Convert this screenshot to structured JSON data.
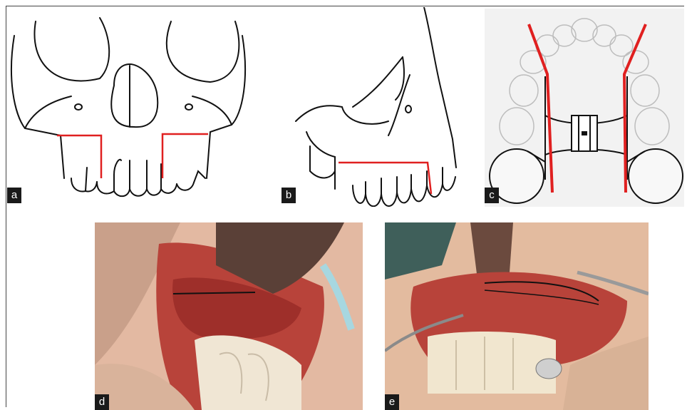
{
  "figure": {
    "panels": [
      {
        "id": "a",
        "label": "a"
      },
      {
        "id": "b",
        "label": "b"
      },
      {
        "id": "c",
        "label": "c"
      },
      {
        "id": "d",
        "label": "d"
      },
      {
        "id": "e",
        "label": "e"
      }
    ]
  },
  "colors": {
    "osteotomy_line": "#e02020",
    "line_art": "#111111",
    "tissue": "#c83a3a",
    "skin": "#e8c4a8"
  }
}
